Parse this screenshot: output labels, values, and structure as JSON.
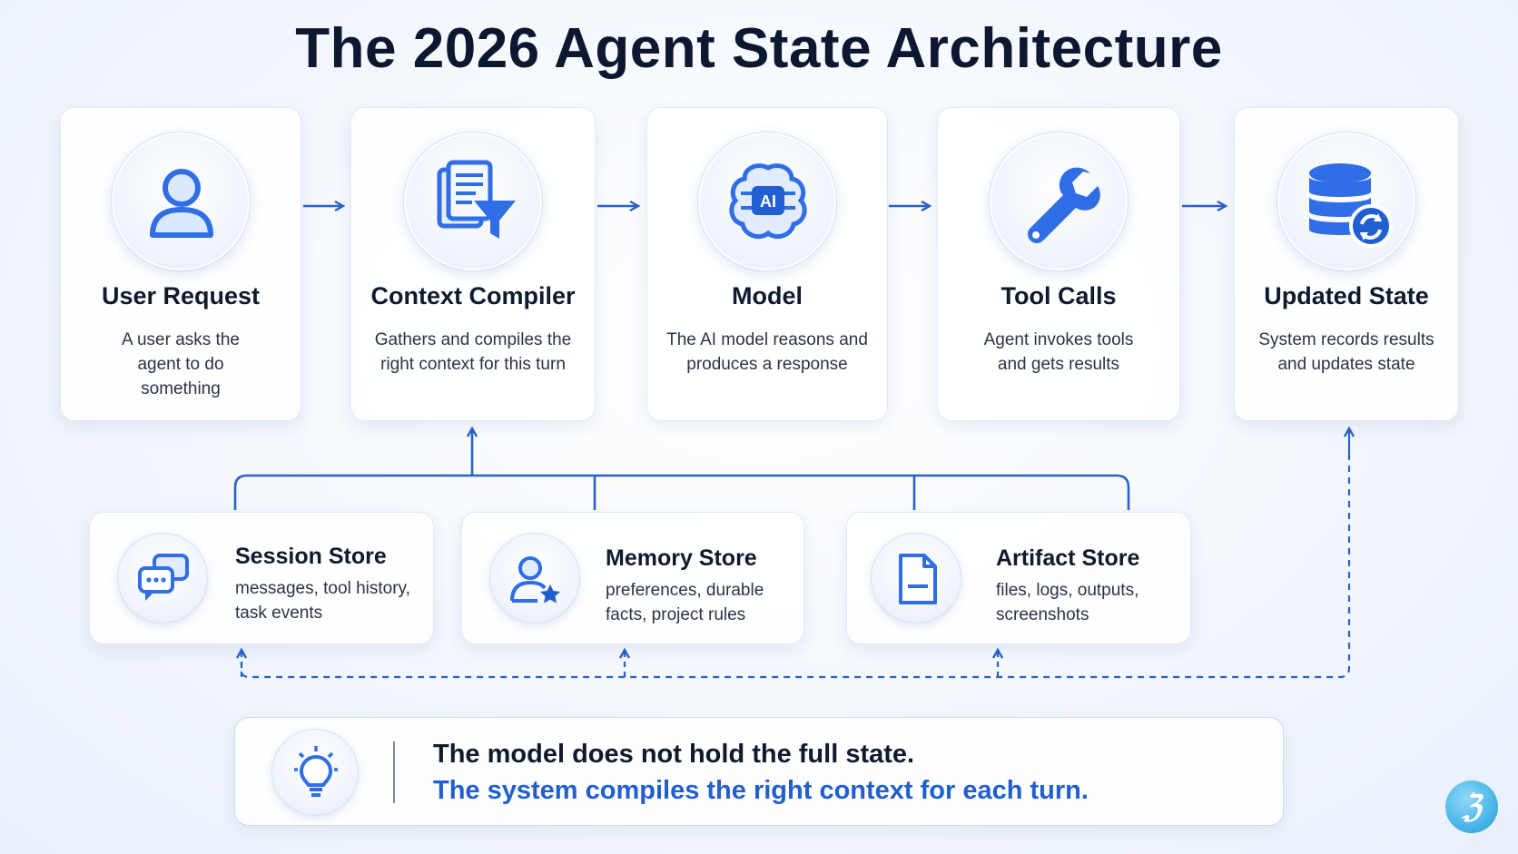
{
  "title": "The 2026 Agent State Architecture",
  "steps": [
    {
      "icon": "user-icon",
      "title": "User Request",
      "desc": "A user asks the agent to do something"
    },
    {
      "icon": "document-filter-icon",
      "title": "Context Compiler",
      "desc": "Gathers and compiles the right context for this turn"
    },
    {
      "icon": "ai-brain-icon",
      "title": "Model",
      "desc": "The AI model reasons and produces a response"
    },
    {
      "icon": "wrench-icon",
      "title": "Tool Calls",
      "desc": "Agent invokes tools and gets results"
    },
    {
      "icon": "database-sync-icon",
      "title": "Updated State",
      "desc": "System records results and updates state"
    }
  ],
  "ai_badge": "AI",
  "stores": [
    {
      "icon": "chat-bubbles-icon",
      "title": "Session Store",
      "desc": "messages, tool history, task events"
    },
    {
      "icon": "user-star-icon",
      "title": "Memory Store",
      "desc": "preferences, durable facts, project rules"
    },
    {
      "icon": "document-icon",
      "title": "Artifact Store",
      "desc": "files, logs, outputs, screenshots"
    }
  ],
  "callout": {
    "icon": "lightbulb-icon",
    "line1": "The model does not hold the full state.",
    "line2": "The system compiles the right context for each turn."
  },
  "colors": {
    "accent": "#1f5fd1",
    "icon_blue": "#2f6ee6",
    "connector": "#2a62c9",
    "title": "#0d1730"
  },
  "logo_icon": "brand-logo-icon"
}
